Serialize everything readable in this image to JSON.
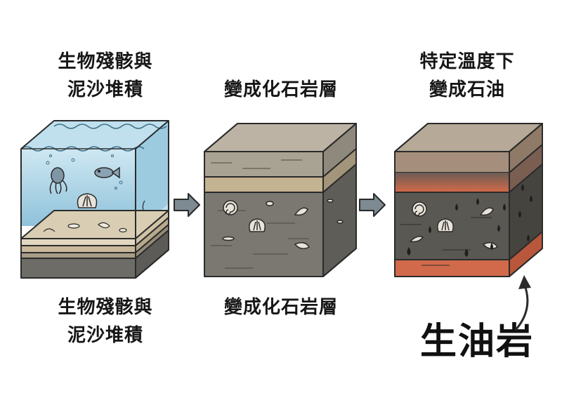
{
  "panel1": {
    "top_caption": [
      "生物殘骸與",
      "泥沙堆積"
    ],
    "bottom_caption": [
      "生物殘骸與",
      "泥沙堆積"
    ]
  },
  "panel2": {
    "top_caption": [
      "變成化石岩層"
    ],
    "bottom_caption": [
      "變成化石岩層"
    ]
  },
  "panel3": {
    "top_caption": [
      "特定溫度下",
      "變成石油"
    ],
    "label": "生油岩"
  },
  "icons": [
    "octopus-icon",
    "fish-icon",
    "scallop-shell-icon",
    "ammonite-fossil-icon",
    "spiral-shell-icon",
    "oil-drop-icon",
    "right-arrow-icon",
    "curved-up-arrow-icon"
  ],
  "colors": {
    "water": "#a9d3e6",
    "sand": "#d8cbb0",
    "rock": "#6e6e68",
    "oil_layer": "#5a5852",
    "hot_base": "#d06a4a"
  }
}
